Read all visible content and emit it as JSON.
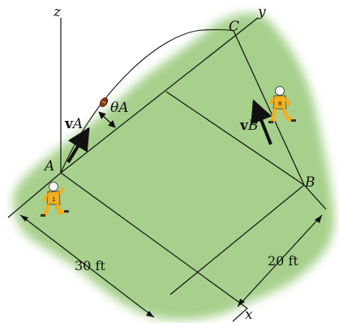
{
  "figure": {
    "labels": {
      "z": "z",
      "y": "y",
      "x": "x",
      "A": "A",
      "B": "B",
      "C": "C",
      "vA_bold": "v",
      "vA_sub": "A",
      "vB_bold": "v",
      "vB_sub": "B",
      "theta": "θ",
      "theta_sub": "A"
    },
    "dimensions": {
      "width_left": "30 ft",
      "width_right": "20 ft"
    },
    "colors": {
      "field": "#a6d08b",
      "line": "#111111",
      "jersey": "#f0b022",
      "ball": "#8b3a1a"
    },
    "icons": [
      "football-player-icon",
      "football-player-icon",
      "football-icon"
    ]
  }
}
